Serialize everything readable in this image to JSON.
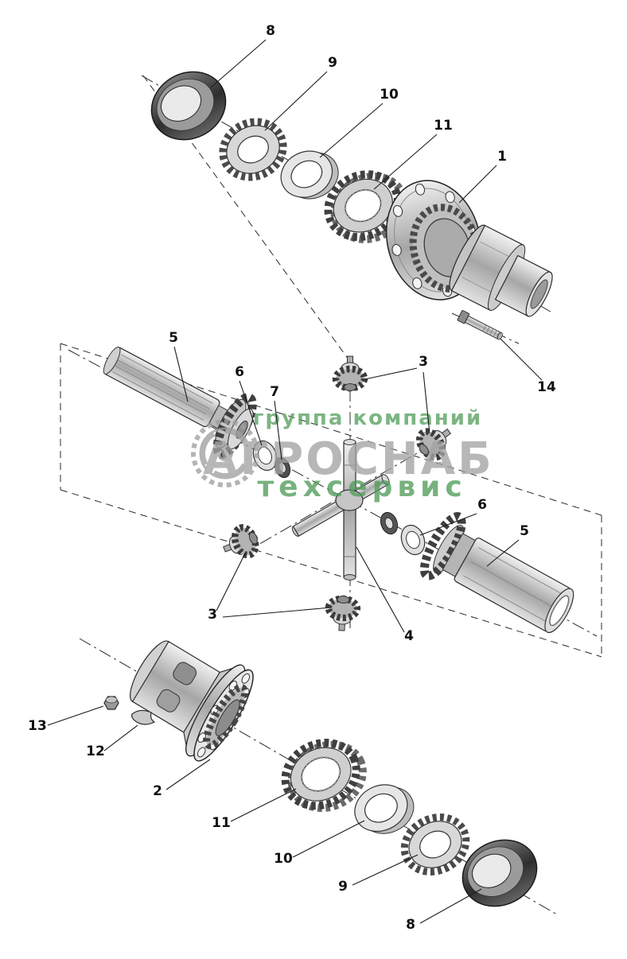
{
  "diagram": {
    "type": "exploded-parts-diagram",
    "callouts": [
      {
        "label": "8"
      },
      {
        "label": "9"
      },
      {
        "label": "10"
      },
      {
        "label": "11"
      },
      {
        "label": "1"
      },
      {
        "label": "14"
      },
      {
        "label": "5"
      },
      {
        "label": "6"
      },
      {
        "label": "7"
      },
      {
        "label": "3"
      },
      {
        "label": "6"
      },
      {
        "label": "5"
      },
      {
        "label": "4"
      },
      {
        "label": "3"
      },
      {
        "label": "13"
      },
      {
        "label": "12"
      },
      {
        "label": "2"
      },
      {
        "label": "11"
      },
      {
        "label": "10"
      },
      {
        "label": "9"
      },
      {
        "label": "8"
      }
    ],
    "watermark": {
      "line1": "группа компаний",
      "line2": "АГРОСНАБ",
      "line3": "техсервис",
      "gray_color": "#a3a3a3",
      "green_color": "#519c5b"
    },
    "colors": {
      "line": "#1a1a1a",
      "metal_dark": "#3f3f3f",
      "metal_light": "#e8e8e8"
    }
  }
}
